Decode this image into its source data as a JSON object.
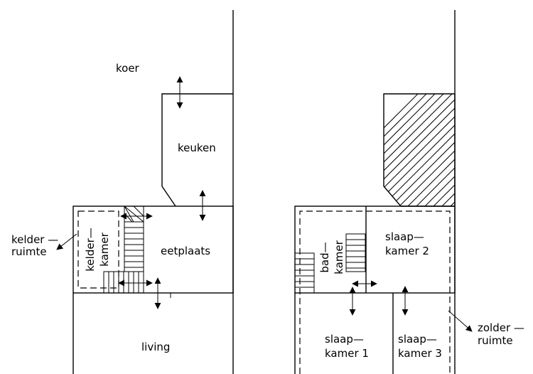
{
  "plan": {
    "ground_floor": {
      "rooms": {
        "koer": "koer",
        "keuken": "keuken",
        "eetplaats": "eetplaats",
        "living": "living",
        "kelderkamer_line1": "kelder—",
        "kelderkamer_line2": "kamer",
        "kelderruimte_line1": "kelder  —",
        "kelderruimte_line2": "ruimte"
      }
    },
    "upper_floor": {
      "rooms": {
        "badkamer_line1": "bad—",
        "badkamer_line2": "kamer",
        "slaapkamer2_line1": "slaap—",
        "slaapkamer2_line2": "kamer  2",
        "slaapkamer1_line1": "slaap—",
        "slaapkamer1_line2": "kamer  1",
        "slaapkamer3_line1": "slaap—",
        "slaapkamer3_line2": "kamer  3",
        "zolderruimte_line1": "zolder  —",
        "zolderruimte_line2": "ruimte"
      }
    }
  }
}
